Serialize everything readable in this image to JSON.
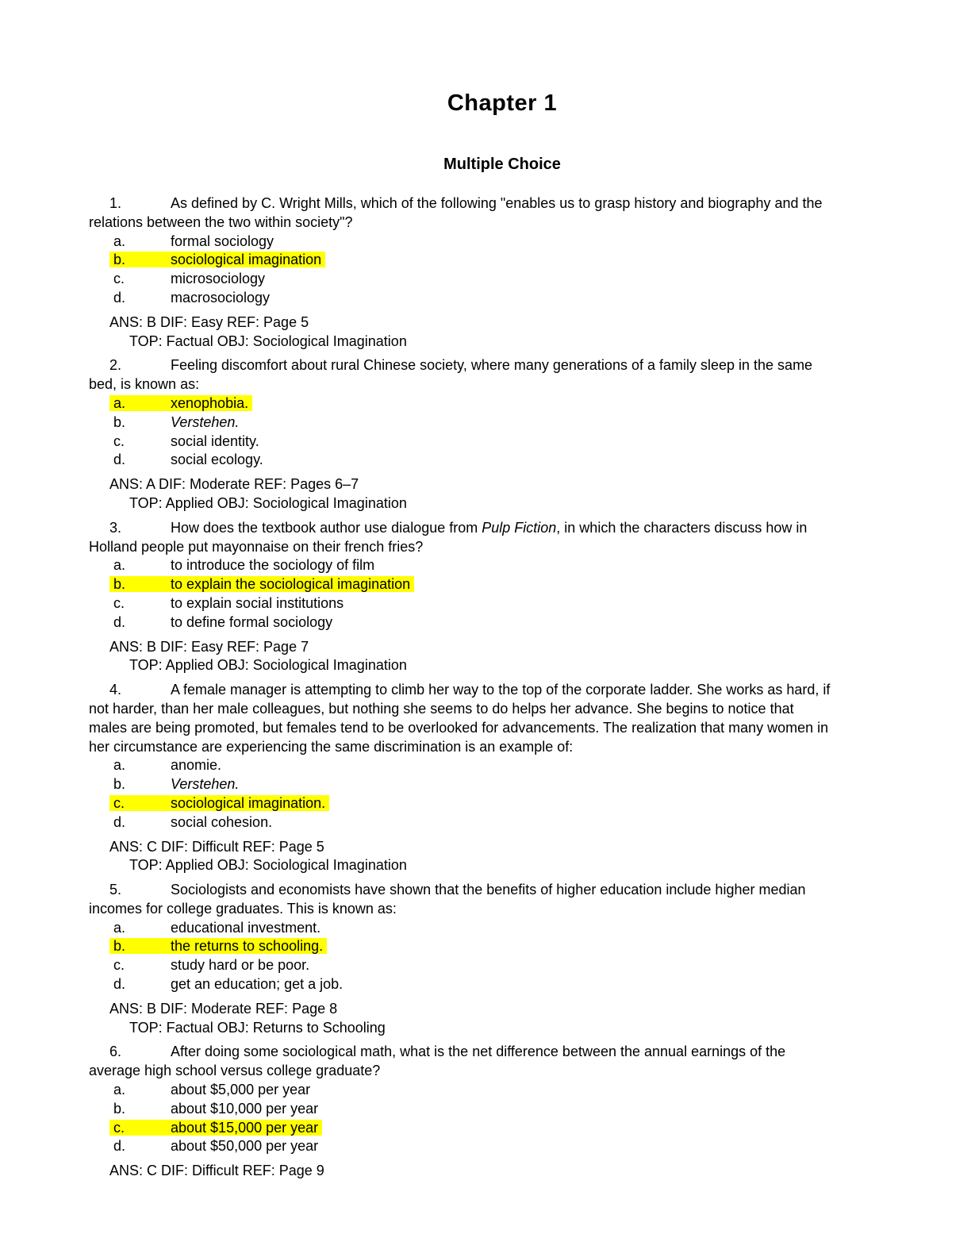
{
  "page": {
    "title": "Chapter 1",
    "section_heading": "Multiple Choice"
  },
  "colors": {
    "page_background": "#ffffff",
    "text": "#000000",
    "answer_highlight": "#ffff00"
  },
  "questions": [
    {
      "number": "1.",
      "stem_lines": [
        [
          {
            "t": "As defined by C. Wright Mills, which of the following \"enables us to grasp history and biography and the"
          }
        ],
        [
          {
            "t": "relations between the two within society\"?"
          }
        ]
      ],
      "options": [
        {
          "letter": "a.",
          "text": "formal sociology",
          "highlighted": false
        },
        {
          "letter": "b.",
          "text": "sociological imagination",
          "highlighted": true
        },
        {
          "letter": "c.",
          "text": "microsociology",
          "highlighted": false
        },
        {
          "letter": "d.",
          "text": "macrosociology",
          "highlighted": false
        }
      ],
      "ans_line": "ANS: B DIF: Easy REF: Page 5",
      "top_line": "TOP: Factual OBJ: Sociological Imagination"
    },
    {
      "number": "2.",
      "stem_lines": [
        [
          {
            "t": "Feeling discomfort about rural Chinese society, where many generations of a family sleep in the same"
          }
        ],
        [
          {
            "t": "bed, is known as:"
          }
        ]
      ],
      "options": [
        {
          "letter": "a.",
          "text": "xenophobia.",
          "highlighted": true
        },
        {
          "letter": "b.",
          "text": "Verstehen.",
          "highlighted": false,
          "italic": true
        },
        {
          "letter": "c.",
          "text": "social identity.",
          "highlighted": false
        },
        {
          "letter": "d.",
          "text": "social ecology.",
          "highlighted": false
        }
      ],
      "ans_line": "ANS: A DIF: Moderate REF: Pages 6–7",
      "top_line": "TOP: Applied OBJ: Sociological Imagination"
    },
    {
      "number": "3.",
      "stem_lines": [
        [
          {
            "t": "How does the textbook author use dialogue from "
          },
          {
            "t": "Pulp Fiction",
            "italic": true
          },
          {
            "t": ", in which the characters discuss how in"
          }
        ],
        [
          {
            "t": "Holland people put mayonnaise on their french fries?"
          }
        ]
      ],
      "options": [
        {
          "letter": "a.",
          "text": "to introduce the sociology of film",
          "highlighted": false
        },
        {
          "letter": "b.",
          "text": "to explain the sociological imagination",
          "highlighted": true
        },
        {
          "letter": "c.",
          "text": "to explain social institutions",
          "highlighted": false
        },
        {
          "letter": "d.",
          "text": "to define formal sociology",
          "highlighted": false
        }
      ],
      "ans_line": "ANS: B DIF: Easy REF: Page 7",
      "top_line": "TOP: Applied OBJ: Sociological Imagination"
    },
    {
      "number": "4.",
      "stem_lines": [
        [
          {
            "t": "A female manager is attempting to climb her way to the top of the corporate ladder. She works as hard, if"
          }
        ],
        [
          {
            "t": "not harder, than her male colleagues, but nothing she seems to do helps her advance. She begins to notice that"
          }
        ],
        [
          {
            "t": "males are being promoted, but females tend to be overlooked for advancements. The realization that many women in"
          }
        ],
        [
          {
            "t": "her circumstance are experiencing the same discrimination is an example of:"
          }
        ]
      ],
      "options": [
        {
          "letter": "a.",
          "text": "anomie.",
          "highlighted": false
        },
        {
          "letter": "b.",
          "text": "Verstehen.",
          "highlighted": false,
          "italic": true
        },
        {
          "letter": "c.",
          "text": "sociological imagination.",
          "highlighted": true
        },
        {
          "letter": "d.",
          "text": "social cohesion.",
          "highlighted": false
        }
      ],
      "ans_line": "ANS: C DIF: Difficult REF: Page 5",
      "top_line": "TOP: Applied OBJ: Sociological Imagination"
    },
    {
      "number": "5.",
      "stem_lines": [
        [
          {
            "t": "Sociologists and economists have shown that the benefits of higher education include higher median"
          }
        ],
        [
          {
            "t": "incomes for college graduates. This is known as:"
          }
        ]
      ],
      "options": [
        {
          "letter": "a.",
          "text": "educational investment.",
          "highlighted": false
        },
        {
          "letter": "b.",
          "text": "the returns to schooling.",
          "highlighted": true
        },
        {
          "letter": "c.",
          "text": "study hard or be poor.",
          "highlighted": false
        },
        {
          "letter": "d.",
          "text": "get an education; get a job.",
          "highlighted": false
        }
      ],
      "ans_line": "ANS: B DIF: Moderate REF: Page 8",
      "top_line": "TOP: Factual OBJ: Returns to Schooling"
    },
    {
      "number": "6.",
      "stem_lines": [
        [
          {
            "t": "After doing some sociological math, what is the net difference between the annual earnings of the"
          }
        ],
        [
          {
            "t": "average high school versus college graduate?"
          }
        ]
      ],
      "options": [
        {
          "letter": "a.",
          "text": "about $5,000 per year",
          "highlighted": false
        },
        {
          "letter": "b.",
          "text": "about $10,000 per year",
          "highlighted": false
        },
        {
          "letter": "c.",
          "text": "about $15,000 per year",
          "highlighted": true
        },
        {
          "letter": "d.",
          "text": "about $50,000 per year",
          "highlighted": false
        }
      ],
      "ans_line": "ANS: C DIF: Difficult REF: Page 9"
    }
  ]
}
